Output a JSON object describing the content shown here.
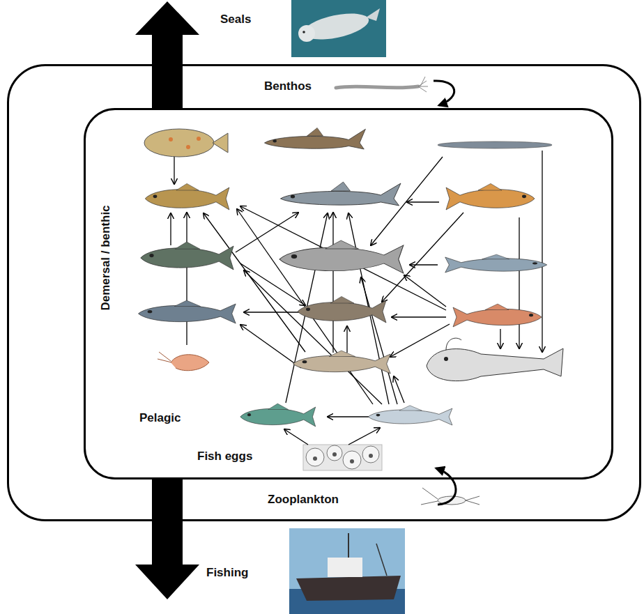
{
  "diagram": {
    "nodes": [
      {
        "text": [
          "Benthos",
          "Zooplankton"
        ]
      },
      {
        "text": [
          "Demersal / benthic",
          "Pelagic",
          "Fish eggs"
        ],
        "in": 0
      }
    ],
    "labels": [
      "Seals",
      "Fishing"
    ]
  }
}
